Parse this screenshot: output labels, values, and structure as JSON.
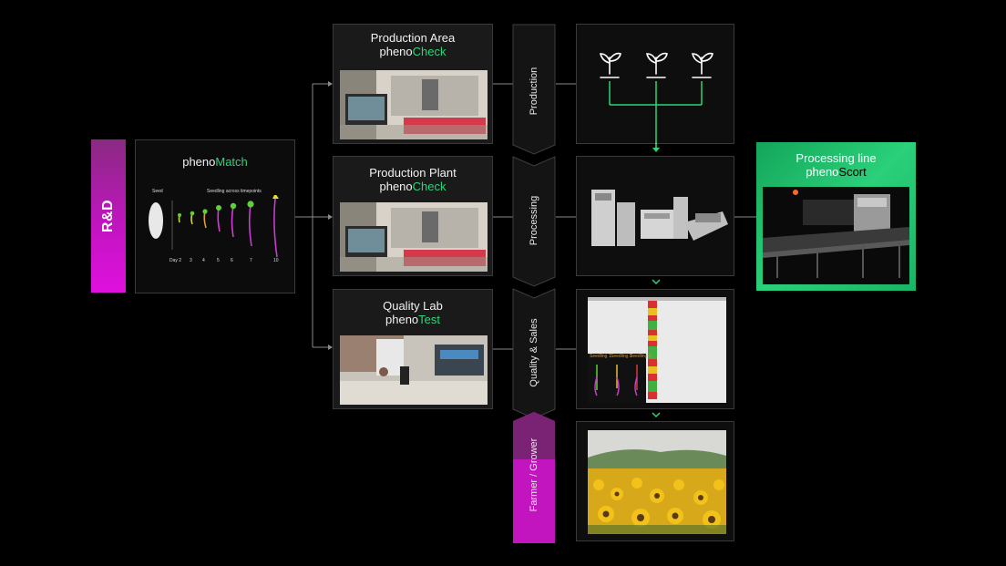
{
  "rd_label": "R&D",
  "phenomatch": {
    "title_prefix": "pheno",
    "title_accent": "Match",
    "seed_label": "Seed",
    "timepoints_label": "Seedling across timepoints",
    "days": [
      "Day 2",
      "3",
      "4",
      "5",
      "6",
      "7",
      "10"
    ]
  },
  "cards": {
    "production_area": {
      "line1": "Production Area",
      "prefix": "pheno",
      "accent": "Check"
    },
    "production_plant": {
      "line1": "Production Plant",
      "prefix": "pheno",
      "accent": "Check"
    },
    "quality_lab": {
      "line1": "Quality Lab",
      "prefix": "pheno",
      "accent": "Test"
    }
  },
  "stages": [
    "Production",
    "Processing",
    "Quality & Sales",
    "Farmer / Grower"
  ],
  "seedling_labels": [
    "Seedling 1",
    "Seedling 2",
    "Seedling 3"
  ],
  "processing_line": {
    "line1": "Processing line",
    "prefix": "pheno",
    "accent": "Scort"
  },
  "colors": {
    "accent_green": "#2fd37a",
    "accent_magenta": "#d414d2",
    "background": "#000000"
  },
  "icons": [
    "plant-icon",
    "plant-icon",
    "plant-icon",
    "chevron-down-icon",
    "chevron-down-icon",
    "arrow-right-icon"
  ]
}
